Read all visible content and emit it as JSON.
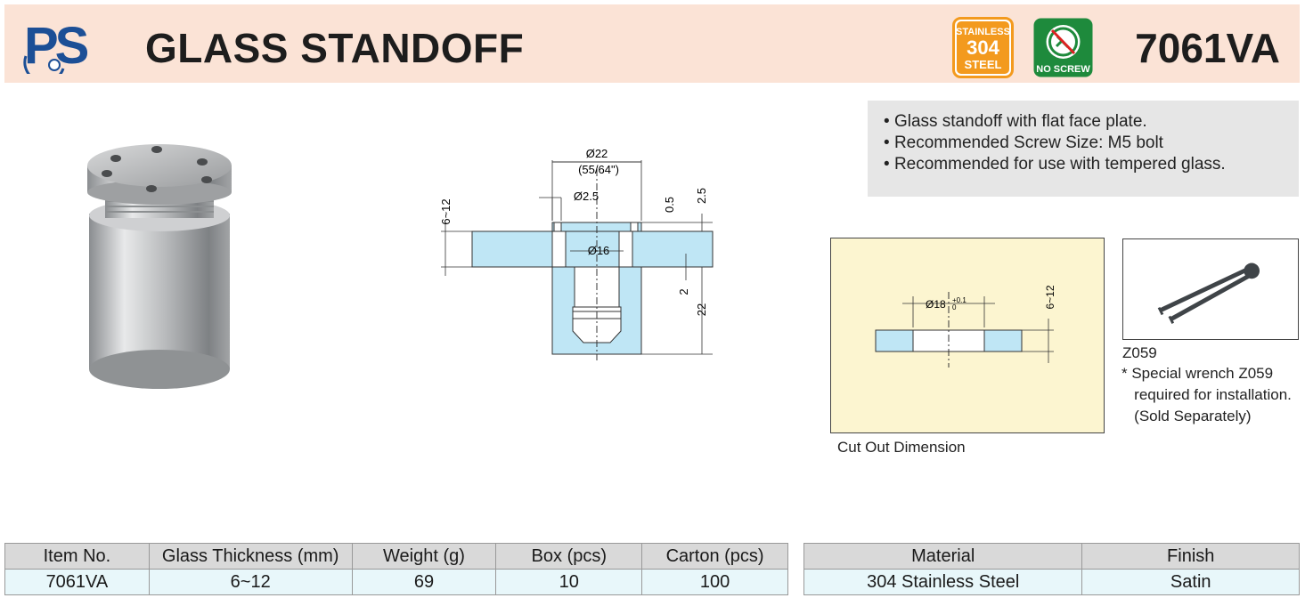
{
  "header": {
    "title": "GLASS STANDOFF",
    "model": "7061VA",
    "logo_text": "PS",
    "badge_stainless": {
      "line1": "STAINLESS",
      "line2": "304",
      "line3": "STEEL"
    },
    "badge_noscrew": {
      "label": "NO SCREW"
    }
  },
  "features": [
    "Glass standoff with flat face plate.",
    "Recommended Screw Size: M5 bolt",
    "Recommended for use with tempered glass."
  ],
  "drawing": {
    "dia_outer": "Ø22",
    "dia_outer_inch": "(55/64\")",
    "dia_hole": "Ø2.5",
    "dia_inner": "Ø16",
    "glass_thickness": "6~12",
    "dim_05": "0.5",
    "dim_25": "2.5",
    "dim_2": "2",
    "dim_22": "22"
  },
  "cutout": {
    "caption": "Cut Out Dimension",
    "dia": "Ø18",
    "tol_plus": "+0.1",
    "tol_minus": "0",
    "thickness": "6~12"
  },
  "wrench": {
    "code": "Z059",
    "note": "* Special wrench Z059\n   required for installation.\n   (Sold Separately)"
  },
  "spec_table": {
    "headers": [
      "Item No.",
      "Glass Thickness (mm)",
      "Weight (g)",
      "Box (pcs)",
      "Carton (pcs)"
    ],
    "row": [
      "7061VA",
      "6~12",
      "69",
      "10",
      "100"
    ]
  },
  "material_table": {
    "headers": [
      "Material",
      "Finish"
    ],
    "row": [
      "304 Stainless Steel",
      "Satin"
    ]
  },
  "colors": {
    "header_bg": "#fbe3d6",
    "logo_blue": "#1c4f96",
    "stainless_orange": "#f39a1e",
    "noscrew_green": "#1e8a3c",
    "glass_blue": "#bfe6f5",
    "cutout_bg": "#fcf5d0"
  }
}
